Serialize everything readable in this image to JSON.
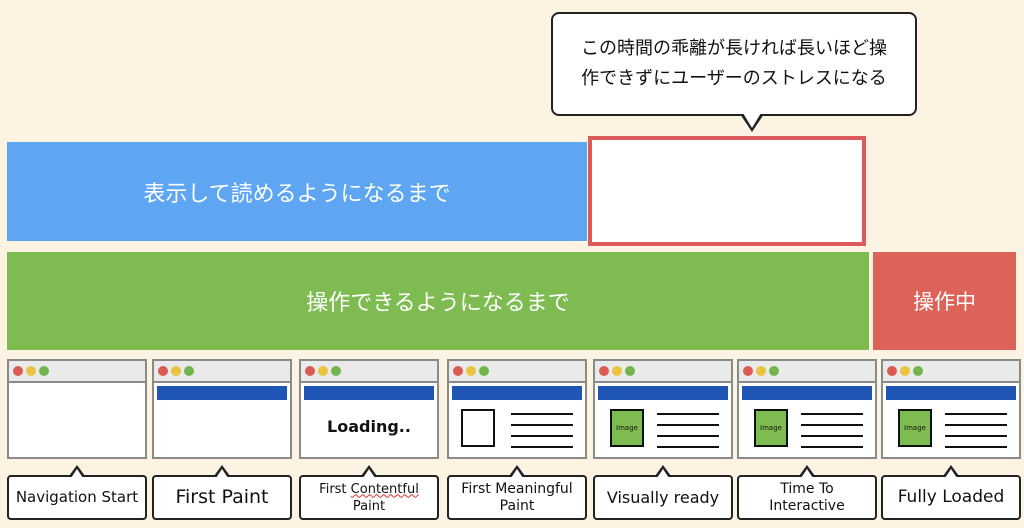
{
  "callout": {
    "line1": "この時間の乖離が長ければ長いほど操",
    "line2": "作できずにユーザーのストレスになる"
  },
  "bars": {
    "display_label": "表示して読めるようになるまで",
    "operable_label": "操作できるようになるまで",
    "operating_label": "操作中"
  },
  "frames": {
    "loading_text": "Loading..",
    "image_text": "Image"
  },
  "stages": [
    {
      "label": "Navigation Start"
    },
    {
      "label": "First Paint"
    },
    {
      "label_a": "First ",
      "label_b": "Contentful",
      "label_c": " Paint"
    },
    {
      "label": "First Meaningful Paint"
    },
    {
      "label": "Visually ready"
    },
    {
      "label": "Time To Interactive"
    },
    {
      "label": "Fully Loaded"
    }
  ],
  "colors": {
    "background": "#fdf3e2",
    "display_bar": "#5ea5f2",
    "operable_bar": "#7ebc51",
    "operating_bar": "#dd6258",
    "gap_border": "#dc5a5a",
    "browser_header": "#1f56b6"
  }
}
